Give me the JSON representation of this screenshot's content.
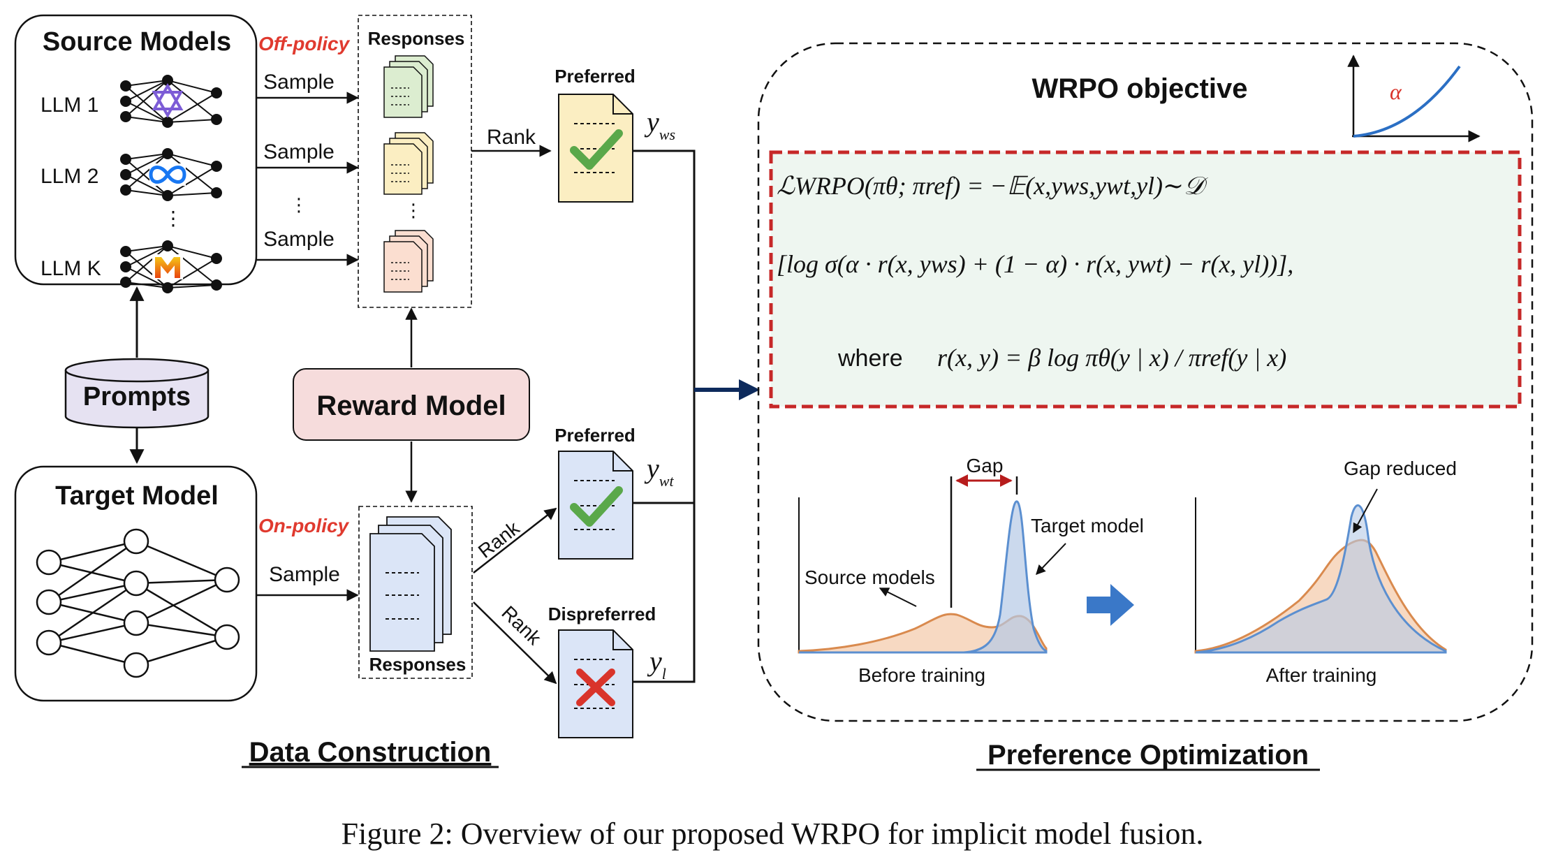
{
  "source": {
    "title": "Source Models",
    "llms": [
      "LLM 1",
      "LLM 2",
      "LLM K"
    ],
    "dots": "⋮"
  },
  "labels": {
    "off_policy": "Off-policy",
    "on_policy": "On-policy",
    "sample": "Sample",
    "responses": "Responses",
    "rank": "Rank",
    "preferred": "Preferred",
    "dispreferred": "Dispreferred",
    "prompts": "Prompts",
    "reward_model": "Reward Model",
    "target_model": "Target Model",
    "y_ws": "y",
    "y_ws_sub": "ws",
    "y_wt": "y",
    "y_wt_sub": "wt",
    "y_l": "y",
    "y_l_sub": "l"
  },
  "objective": {
    "title": "WRPO objective",
    "alpha": "α",
    "line1": "ℒWRPO(πθ; πref) = −𝔼(x,yws,ywt,yl)∼𝒟",
    "line2": "[log σ(α · r(x, yws) + (1 − α) · r(x, ywt) − r(x, yl))],",
    "where": "where",
    "reward": "r(x, y) = β log πθ(y | x) / πref(y | x)"
  },
  "plots": {
    "gap": "Gap",
    "target_model": "Target model",
    "source_models": "Source models",
    "before": "Before training",
    "gap_reduced": "Gap reduced",
    "after": "After training"
  },
  "sections": {
    "data": "Data Construction",
    "pref": "Preference Optimization"
  },
  "caption": "Figure 2: Overview of our proposed WRPO for implicit model fusion.",
  "colors": {
    "red_label": "#e03a2f",
    "reward_fill": "#f6dcdc",
    "prompts_fill": "#e6e2f2",
    "green_check": "#5aa84a",
    "red_x": "#d9342b",
    "formula_fill": "#eef6f0",
    "formula_border": "#c62828",
    "source_curve": "#d98a4e",
    "target_curve": "#5b8fd0",
    "navy_arrow": "#0d2a5c",
    "blue_arrow": "#3a78c8"
  }
}
